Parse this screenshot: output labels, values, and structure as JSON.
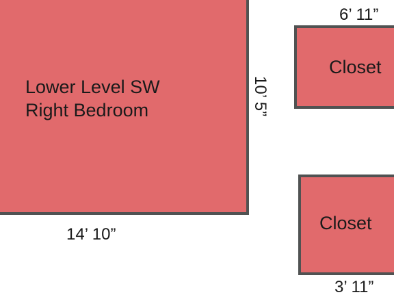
{
  "rooms": {
    "main": {
      "line1": "Lower Level SW",
      "line2": "Right Bedroom",
      "width": "14’ 10”",
      "height": "10’ 5”"
    },
    "closet_1": {
      "label": "Closet",
      "width": "6’ 11”"
    },
    "closet_2": {
      "label": "Closet",
      "width": "3’ 11”"
    }
  },
  "colors": {
    "room_fill": "#e16a6c",
    "wall": "#505252",
    "text": "#1a1a1a"
  }
}
